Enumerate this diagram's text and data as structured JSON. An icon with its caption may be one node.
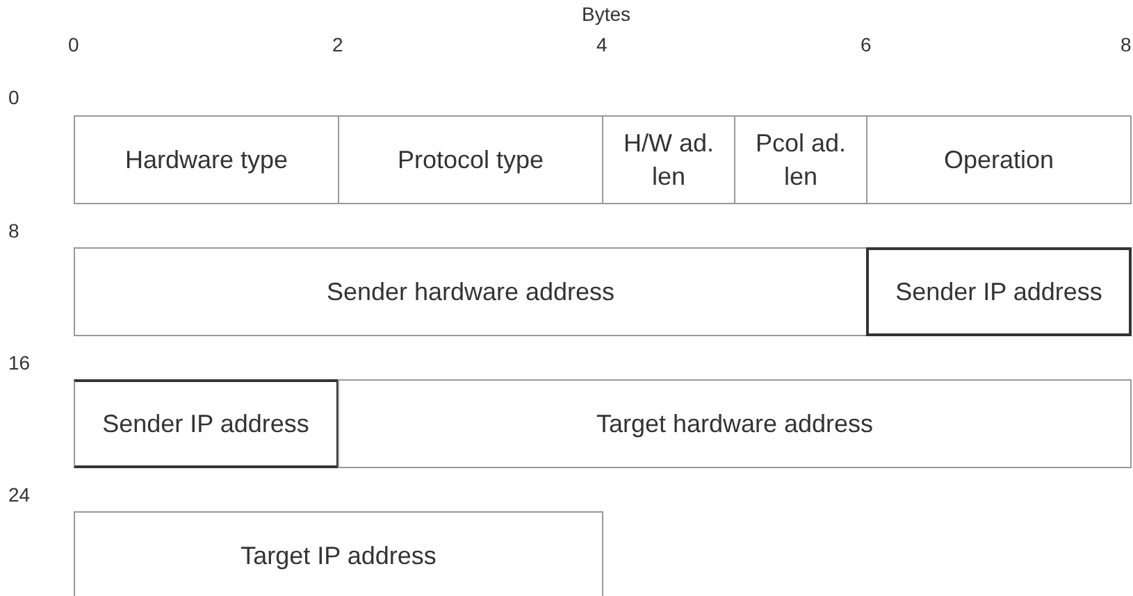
{
  "diagram": {
    "nodes": [
      {
        "text": [
          "Hardware type"
        ]
      },
      {
        "text": [
          "Protocol type"
        ]
      },
      {
        "text": [
          "H/W ad. len"
        ]
      },
      {
        "text": [
          "Pcol ad. len"
        ]
      },
      {
        "text": [
          "Operation"
        ]
      },
      {
        "text": [
          "Sender hardware address"
        ]
      },
      {
        "text": [
          "Sender IP address"
        ]
      },
      {
        "text": [
          "Sender IP address"
        ]
      },
      {
        "text": [
          "Target hardware address"
        ]
      },
      {
        "text": [
          "Target IP address"
        ]
      }
    ],
    "labels": [
      "Bytes",
      "0",
      "2",
      "4",
      "6",
      "8",
      "0",
      "8",
      "16",
      "24"
    ]
  }
}
